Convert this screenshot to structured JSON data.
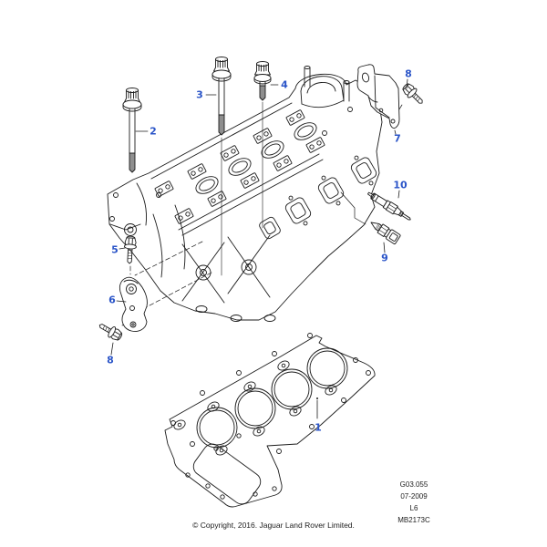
{
  "callouts": [
    {
      "label": "1",
      "part": "cylinder-head-gasket"
    },
    {
      "label": "2",
      "part": "stud-bolt-long"
    },
    {
      "label": "3",
      "part": "stud-bolt-medium"
    },
    {
      "label": "4",
      "part": "stud-bolt-short"
    },
    {
      "label": "5",
      "part": "flange-bolt-left"
    },
    {
      "label": "6",
      "part": "bracket-left"
    },
    {
      "label": "7",
      "part": "bracket-right"
    },
    {
      "label": "8",
      "part": "flange-bolt-upper-right"
    },
    {
      "label": "8",
      "part": "flange-bolt-lower-left"
    },
    {
      "label": "9",
      "part": "temperature-sensor"
    },
    {
      "label": "10",
      "part": "glow-plug"
    }
  ],
  "info_block": {
    "figure_ref": "G03.055",
    "date": "07-2009",
    "engine": "L6",
    "drawing_no": "MB2173C"
  },
  "footer": {
    "copyright": "© Copyright, 2016. Jaguar Land Rover Limited."
  },
  "colors": {
    "callout_blue": "#2b55c8",
    "line": "#1b1b1b",
    "thread_gray": "#8f8f8f"
  }
}
